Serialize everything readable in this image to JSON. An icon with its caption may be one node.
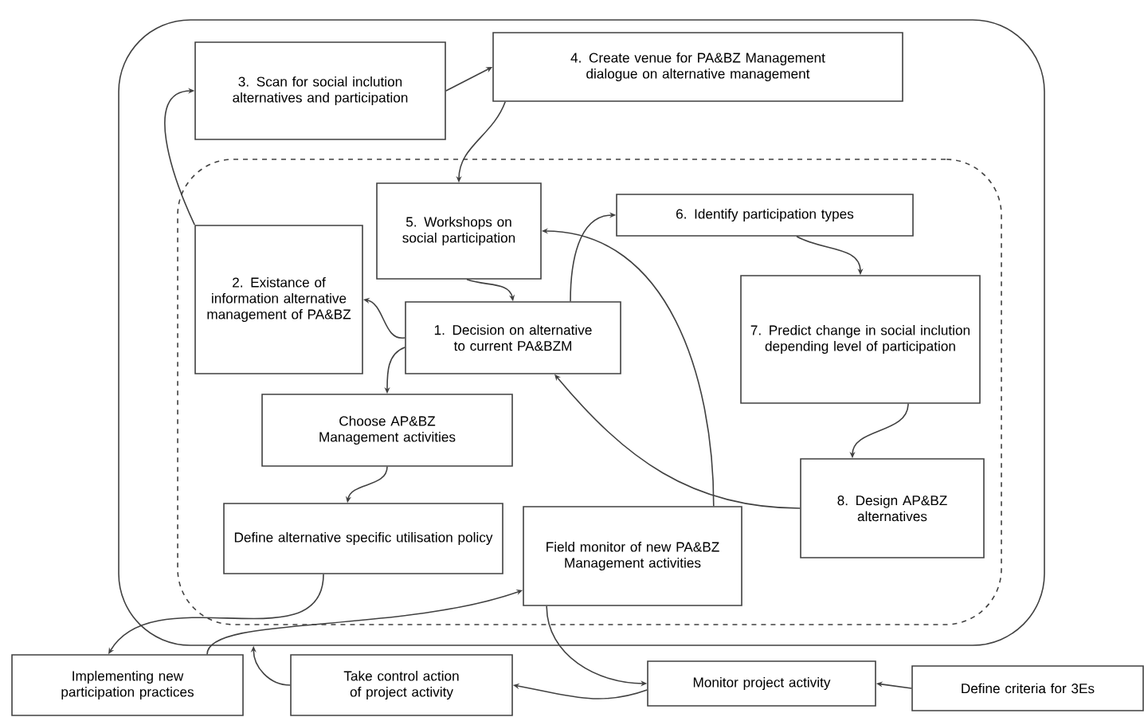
{
  "diagram": {
    "nodes": [
      {
        "text": [],
        "shape": "box"
      },
      {
        "text": [],
        "shape": "box",
        "in": 0
      },
      {
        "text": [
          "3. Scan for social inclution alternatives and participation"
        ],
        "in": 0
      },
      {
        "text": [
          "4. Create venue for PA&BZ Management dialogue on alternative management"
        ],
        "in": 0
      },
      {
        "text": [
          "5. Workshops on social participation"
        ],
        "in": 1
      },
      {
        "text": [
          "6. Identify participation types"
        ],
        "in": 1
      },
      {
        "text": [
          "2. Existance of information alternative management of PA&BZ"
        ],
        "in": 1
      },
      {
        "text": [
          "1. Decision on alternative to current PA&BZM"
        ],
        "in": 1
      },
      {
        "text": [
          "7. Predict change in social inclution depending level of participation"
        ],
        "in": 1
      },
      {
        "text": [
          "Choose AP&BZ Management activities"
        ],
        "in": 1
      },
      {
        "text": [
          "8. Design AP&BZ alternatives"
        ],
        "in": 1
      },
      {
        "text": [
          "Define alternative specific utilisation policy"
        ],
        "in": 1
      },
      {
        "text": [
          "Field monitor of new PA&BZ Management activities"
        ],
        "in": 1
      },
      {
        "text": [
          "Implementing new participation practices"
        ]
      },
      {
        "text": [
          "Take control action of project activity"
        ]
      },
      {
        "text": [
          "Monitor project activity"
        ]
      },
      {
        "text": [
          "Define criteria for 3Es"
        ]
      }
    ],
    "edges": [
      {
        "from": 2,
        "to": 3,
        "arrow": "to"
      },
      {
        "from": 3,
        "to": 4,
        "arrow": "to"
      },
      {
        "from": 6,
        "to": 2,
        "arrow": "to"
      },
      {
        "from": 7,
        "to": 6,
        "arrow": "to"
      },
      {
        "from": 4,
        "to": 7,
        "arrow": "to"
      },
      {
        "from": 7,
        "to": 9,
        "arrow": "to"
      },
      {
        "from": 7,
        "to": 5,
        "arrow": "to"
      },
      {
        "from": 5,
        "to": 8,
        "arrow": "to"
      },
      {
        "from": 8,
        "to": 10,
        "arrow": "to"
      },
      {
        "from": 10,
        "to": 7,
        "arrow": "to"
      },
      {
        "from": 12,
        "to": 4,
        "arrow": "to"
      },
      {
        "from": 9,
        "to": 11,
        "arrow": "to"
      },
      {
        "from": 11,
        "to": 13,
        "arrow": "to"
      },
      {
        "from": 13,
        "to": 12,
        "arrow": "to"
      },
      {
        "from": 12,
        "to": 15,
        "arrow": "to"
      },
      {
        "from": 16,
        "to": 15,
        "arrow": "to"
      },
      {
        "from": 15,
        "to": 14,
        "arrow": "to"
      },
      {
        "from": 14,
        "to": 0,
        "arrow": "to"
      }
    ]
  }
}
